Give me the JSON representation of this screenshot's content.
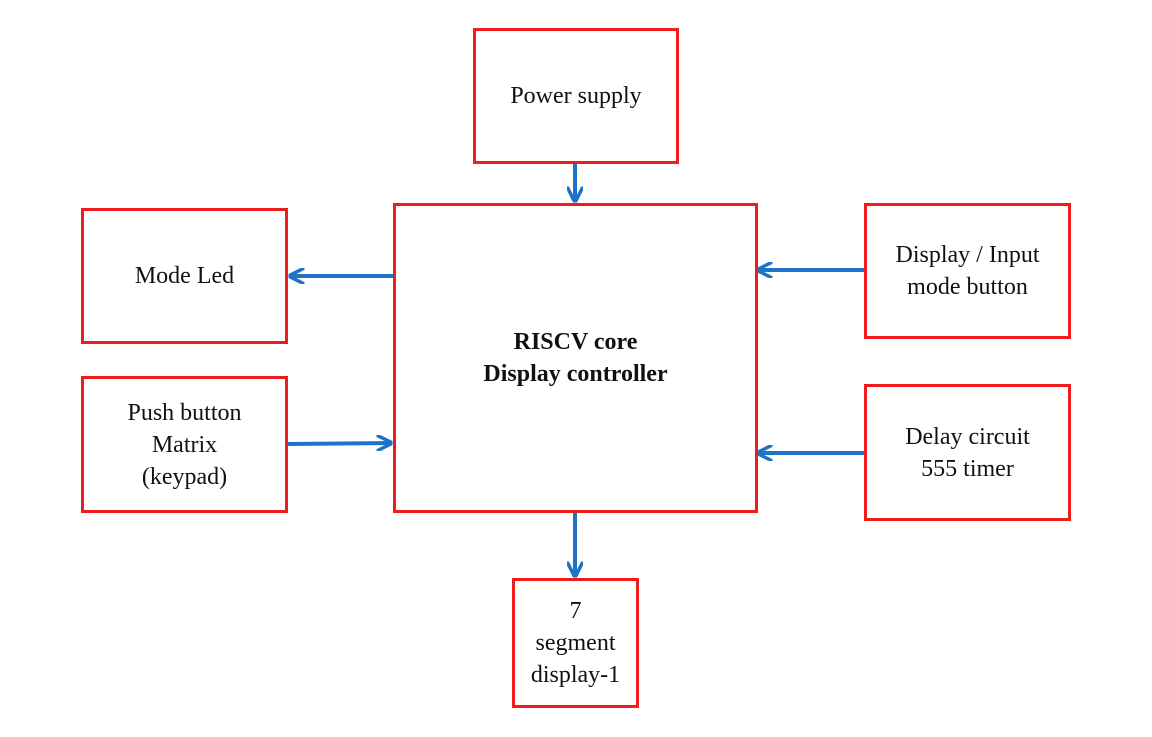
{
  "diagram": {
    "colors": {
      "box_border": "#ee1c1c",
      "arrow": "#1f73c7",
      "text": "#111111"
    },
    "nodes": {
      "power_supply": "Power supply",
      "mode_led": "Mode Led",
      "core": "RISCV core\nDisplay controller",
      "display_input_button": "Display / Input\nmode button",
      "push_button_matrix": "Push button\nMatrix\n(keypad)",
      "delay_circuit": "Delay circuit\n555 timer",
      "seven_segment": "7\nsegment\ndisplay-1"
    },
    "edges": [
      {
        "from": "Power supply",
        "to": "RISCV core\nDisplay controller"
      },
      {
        "from": "RISCV core\nDisplay controller",
        "to": "Mode Led"
      },
      {
        "from": "Display / Input\nmode button",
        "to": "RISCV core\nDisplay controller"
      },
      {
        "from": "Push button\nMatrix\n(keypad)",
        "to": "RISCV core\nDisplay controller"
      },
      {
        "from": "Delay circuit\n555 timer",
        "to": "RISCV core\nDisplay controller"
      },
      {
        "from": "RISCV core\nDisplay controller",
        "to": "7\nsegment\ndisplay-1"
      }
    ]
  }
}
